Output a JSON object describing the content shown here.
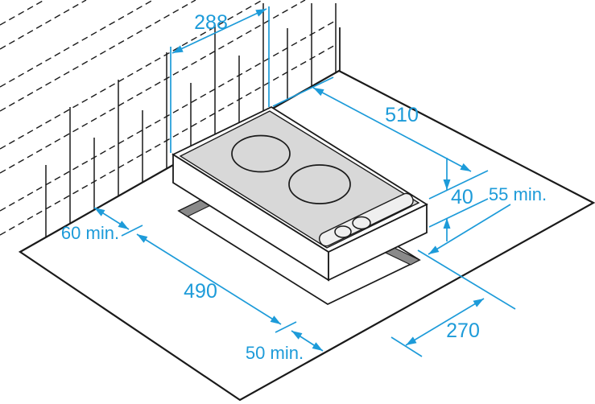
{
  "diagram": {
    "dimension_labels": {
      "hob_width": "288",
      "hob_depth": "510",
      "hob_thickness": "40",
      "right_clearance": "55 min.",
      "wall_clearance": "60 min.",
      "cutout_depth": "490",
      "front_clearance": "50 min.",
      "cutout_width": "270"
    },
    "colors": {
      "dimension_blue": "#1d9bd9",
      "outline_black": "#1a1a1a",
      "glass_gray": "#d8d8d8",
      "cutout_hole_gray": "#8a8a8a",
      "control_panel_gray": "#efefef",
      "background": "#ffffff"
    }
  }
}
